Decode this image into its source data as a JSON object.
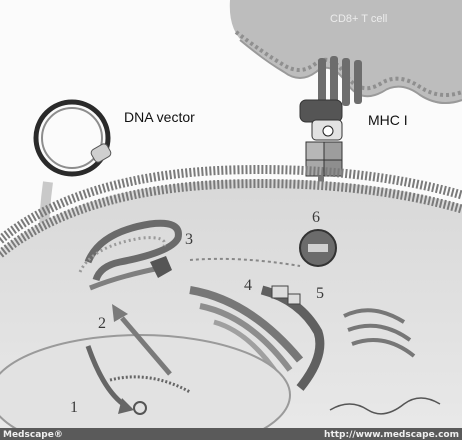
{
  "labels": {
    "t_cell": "CD8+ T cell",
    "dna_vector": "DNA vector",
    "mhc": "MHC I"
  },
  "steps": [
    "1",
    "2",
    "3",
    "4",
    "5",
    "6"
  ],
  "footer": {
    "left": "Medscape®",
    "right": "http://www.medscape.com"
  }
}
